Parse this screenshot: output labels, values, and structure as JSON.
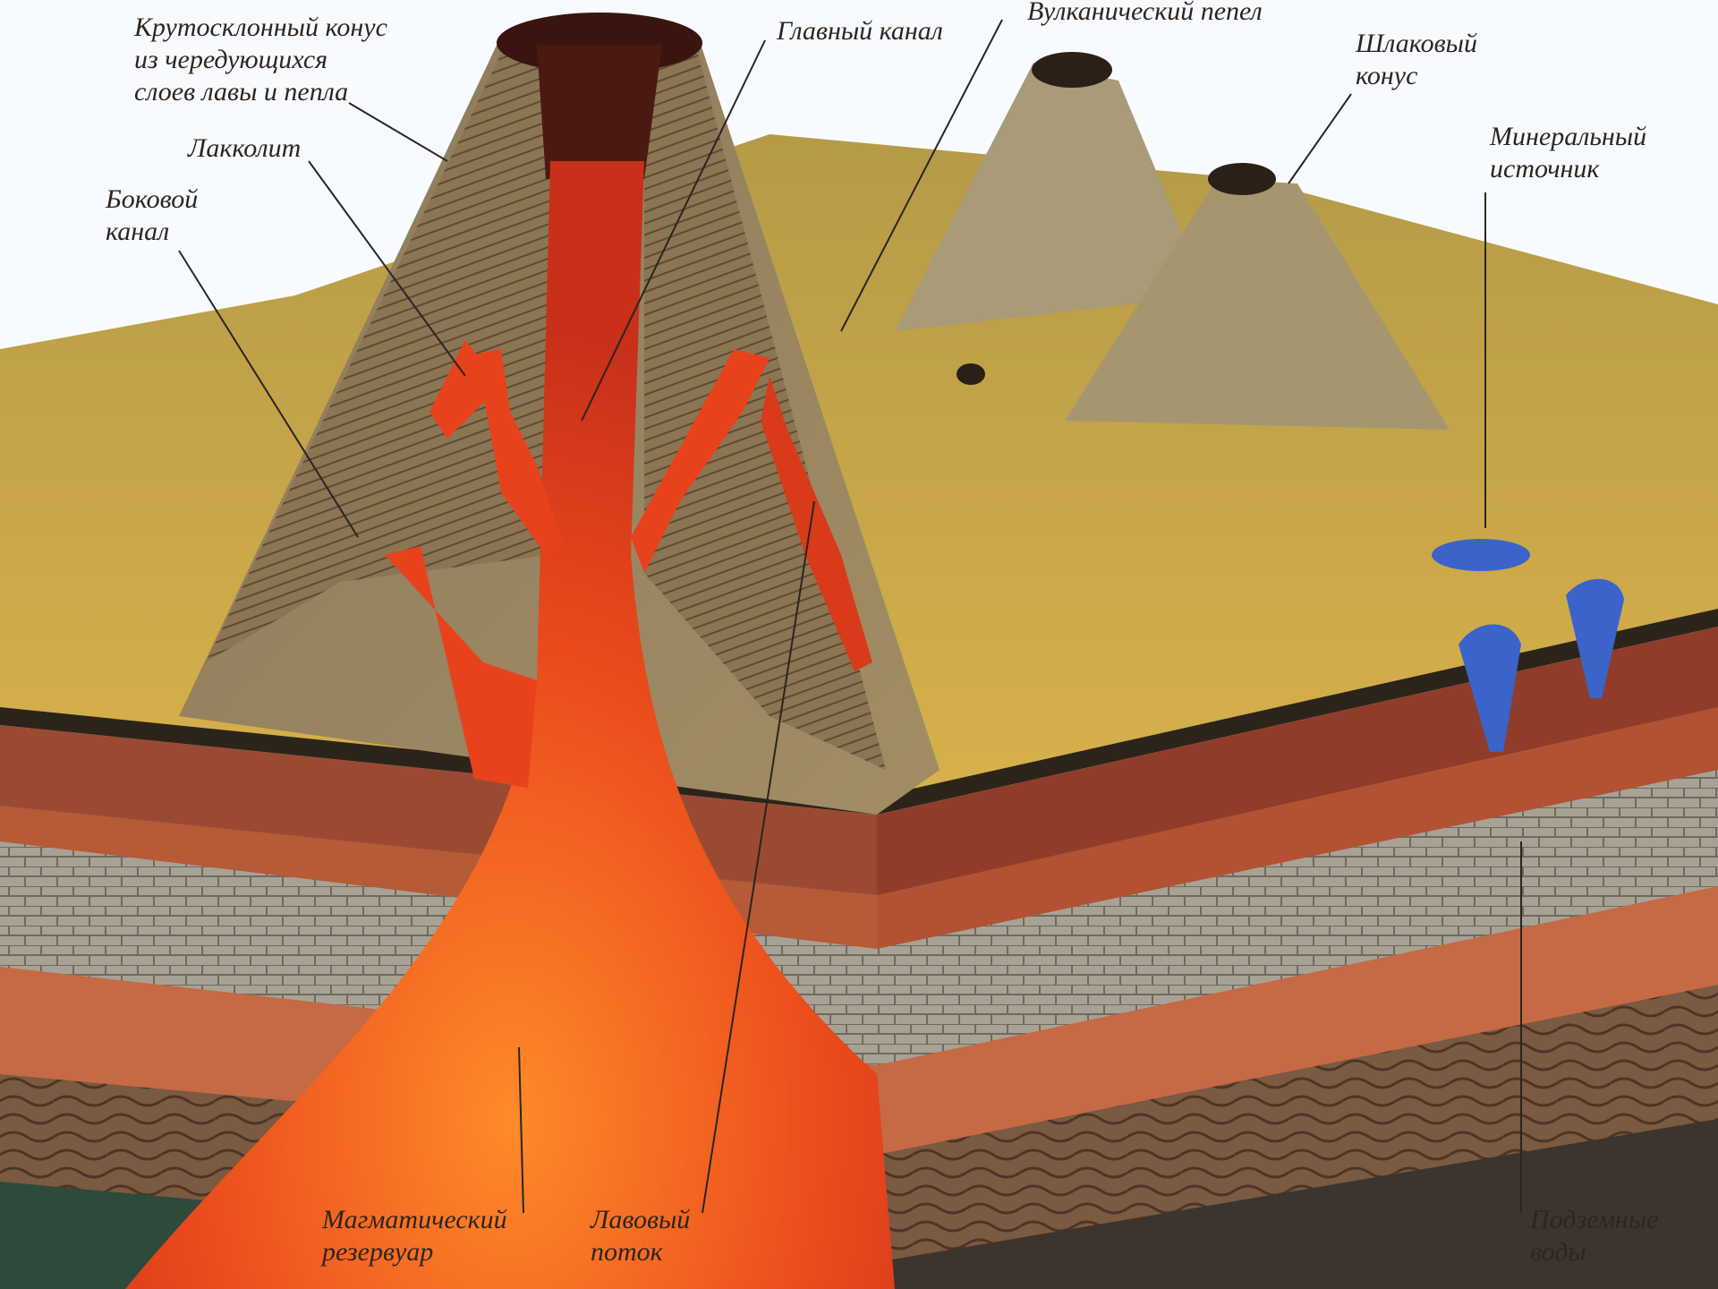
{
  "labels": {
    "cone": "Крутосклонный конус\nиз чередующихся\nслоев лавы и пепла",
    "laccolith": "Лакколит",
    "side_channel": "Боковой\nканал",
    "main_channel": "Главный канал",
    "ash": "Вулканический пепел",
    "cinder_cone": "Шлаковый\nконус",
    "mineral_spring": "Минеральный\nисточник",
    "magma_chamber": "Магматический\nрезервуар",
    "lava_flow": "Лавовый\nпоток",
    "groundwater": "Подземные\nводы"
  },
  "colors": {
    "lava": "#e8421c",
    "lava_core": "#ff7a2a",
    "ground": "#c9a441",
    "cone": "#9a8360",
    "water": "#3b63c9",
    "sky": "#f7fbff"
  }
}
